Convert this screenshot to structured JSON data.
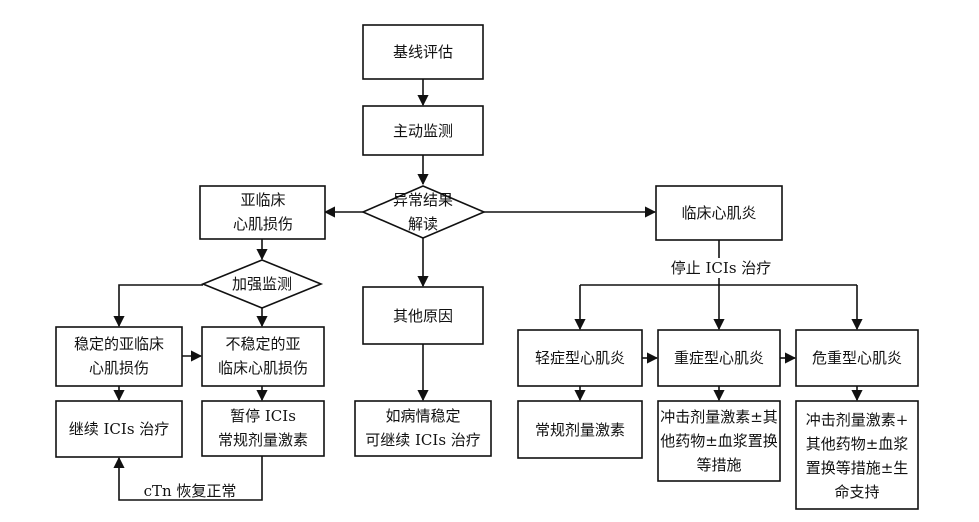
{
  "nodes": {
    "baseline": {
      "lines": [
        "基线评估"
      ]
    },
    "monitor": {
      "lines": [
        "主动监测"
      ]
    },
    "interpret": {
      "lines": [
        "异常结果",
        "解读"
      ]
    },
    "subclinical": {
      "lines": [
        "亚临床",
        "心肌损伤"
      ]
    },
    "intensify": {
      "lines": [
        "加强监测"
      ]
    },
    "other_cause": {
      "lines": [
        "其他原因"
      ]
    },
    "clinical": {
      "lines": [
        "临床心肌炎"
      ]
    },
    "stable": {
      "lines": [
        "稳定的亚临床",
        "心肌损伤"
      ]
    },
    "unstable": {
      "lines": [
        "不稳定的亚",
        "临床心肌损伤"
      ]
    },
    "continue_ici": {
      "lines": [
        "继续 ICIs 治疗"
      ]
    },
    "pause_ici": {
      "lines": [
        "暂停 ICIs",
        "常规剂量激素"
      ]
    },
    "stable_continue": {
      "lines": [
        "如病情稳定",
        "可继续 ICIs 治疗"
      ]
    },
    "mild": {
      "lines": [
        "轻症型心肌炎"
      ]
    },
    "severe": {
      "lines": [
        "重症型心肌炎"
      ]
    },
    "critical": {
      "lines": [
        "危重型心肌炎"
      ]
    },
    "mild_tx": {
      "lines": [
        "常规剂量激素"
      ]
    },
    "severe_tx": {
      "lines": [
        "冲击剂量激素±其",
        "他药物±血浆置换",
        "等措施"
      ]
    },
    "critical_tx": {
      "lines": [
        "冲击剂量激素+",
        "其他药物±血浆",
        "置换等措施±生",
        "命支持"
      ]
    }
  },
  "edge_labels": {
    "stop_ici": "停止 ICIs 治疗",
    "ctn_recovery": "cTn 恢复正常"
  }
}
